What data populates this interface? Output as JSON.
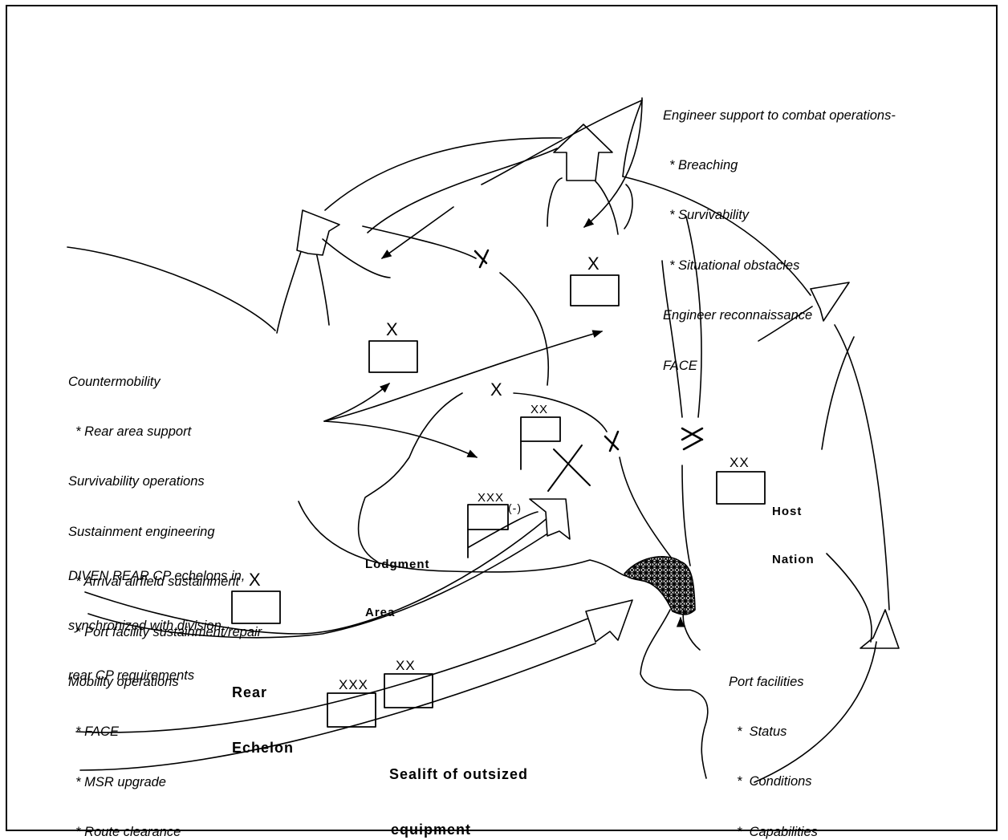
{
  "colors": {
    "ink": "#000000",
    "paper": "#ffffff"
  },
  "engineer_support": {
    "title": "Engineer support to combat operations-",
    "items": [
      "* Breaching",
      "* Survivability",
      "* Situational obstacles"
    ],
    "extra": [
      "Engineer reconnaissance",
      "FACE"
    ]
  },
  "rear_tasks": {
    "lines": [
      "Countermobility",
      "  * Rear area support",
      "Survivability operations",
      "Sustainment engineering",
      "  * Arrival airfield sustainment",
      "  * Port facility sustainment/repair",
      "Mobility operations",
      "  * FACE",
      "  * MSR upgrade",
      "  * Route clearance"
    ]
  },
  "diven_note": {
    "lines": [
      "DIVEN REAR CP echelons in,",
      "synchronized with division",
      "rear CP requirements"
    ]
  },
  "port_facilities": {
    "title": "Port facilities",
    "items": [
      "*  Status",
      "*  Conditions",
      "*  Capabilities"
    ]
  },
  "labels": {
    "lodgment": [
      "Lodgment",
      "Area"
    ],
    "host_nation": [
      "Host",
      "Nation"
    ],
    "rear_echelon": [
      "Rear",
      "Echelon"
    ],
    "sealift": [
      "Sealift of outsized",
      "equipment"
    ]
  },
  "echelons": {
    "brigade": "X",
    "division": "XX",
    "corps": "XXX",
    "minus": "(-)"
  },
  "unit_symbols": [
    {
      "id": "top-brigade",
      "echelon": "X"
    },
    {
      "id": "left-brigade",
      "echelon": "X"
    },
    {
      "id": "center-brigade",
      "echelon": "X"
    },
    {
      "id": "center-division",
      "echelon": "XX"
    },
    {
      "id": "center-corps-minus",
      "echelon": "XXX"
    },
    {
      "id": "host-nation-division",
      "echelon": "XX"
    },
    {
      "id": "rear-brigade",
      "echelon": "X"
    },
    {
      "id": "sealift-corps",
      "echelon": "XXX"
    },
    {
      "id": "sealift-division",
      "echelon": "XX"
    }
  ],
  "boundary_marks": [
    "X",
    "X",
    "XX"
  ]
}
